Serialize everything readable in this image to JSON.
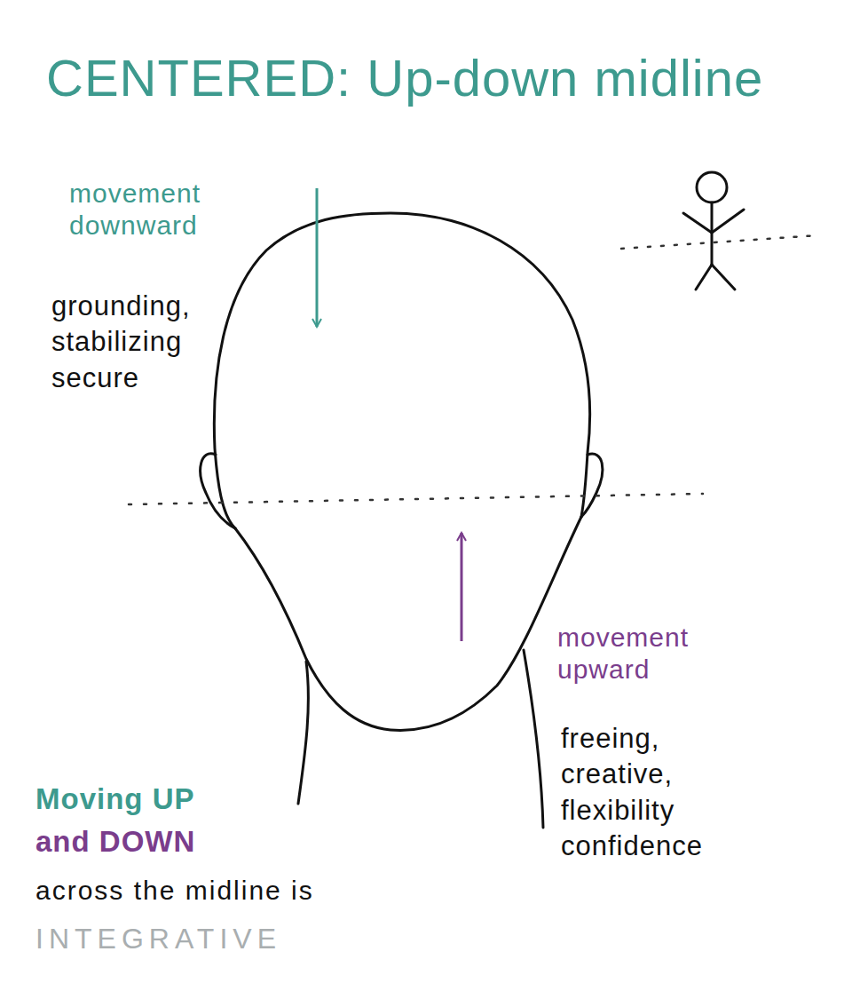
{
  "diagram": {
    "title": "CENTERED: Up-down midline",
    "labels": [
      "movement downward",
      "grounding, stabilizing secure",
      "movement upward",
      "freeing, creative, flexibility confidence",
      "Moving UP",
      "and DOWN",
      "across the midline is",
      "INTEGRATIVE"
    ]
  }
}
